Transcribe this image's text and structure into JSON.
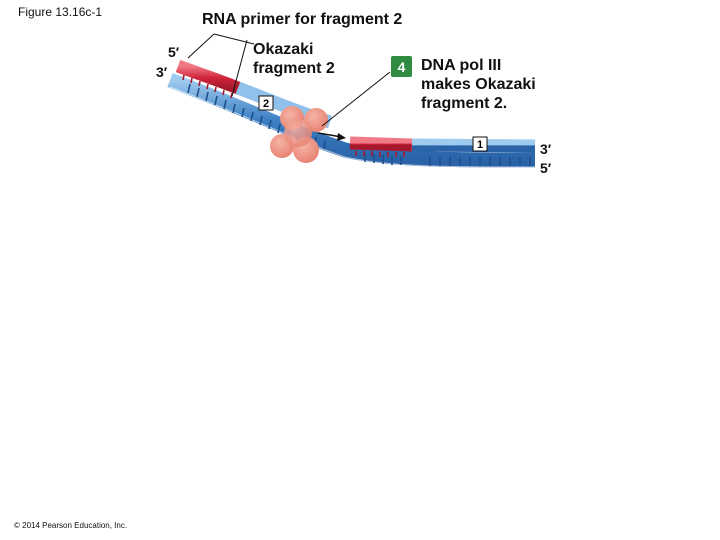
{
  "figure_label": "Figure 13.16c-1",
  "copyright": "© 2014 Pearson Education, Inc.",
  "rna_primer_label": "RNA primer for fragment 2",
  "okazaki_label_line1": "Okazaki",
  "okazaki_label_line2": "fragment 2",
  "step": {
    "number": "4",
    "line1": "DNA pol III",
    "line2": "makes Okazaki",
    "line3": "fragment 2."
  },
  "ends": {
    "left_top": "5′",
    "left_bottom": "3′",
    "right_top": "3′",
    "right_bottom": "5′"
  },
  "fragment_tags": {
    "fragment2": "2",
    "fragment1": "1"
  },
  "colors": {
    "dna_blue": "#3c7fc4",
    "dna_light_blue": "#8fc1ea",
    "rna_red": "#d0243a",
    "polymerase_salmon": "#ef8f80",
    "step_badge_green": "#2e8b3f"
  }
}
